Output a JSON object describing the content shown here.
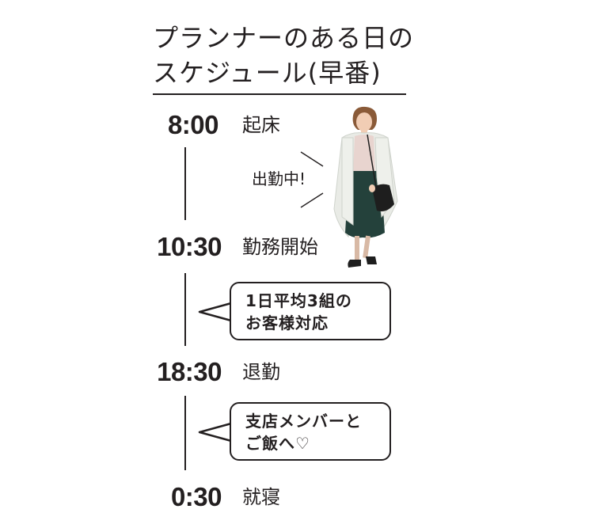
{
  "title": {
    "line1": "プランナーのある日の",
    "line2": "スケジュール(早番)"
  },
  "schedule": [
    {
      "time": "8:00",
      "event": "起床"
    },
    {
      "time": "10:30",
      "event": "勤務開始"
    },
    {
      "time": "18:30",
      "event": "退勤"
    },
    {
      "time": "0:30",
      "event": "就寝"
    }
  ],
  "shout": "出勤中!",
  "bubbles": [
    {
      "line1": "1日平均3組の",
      "line2": "お客様対応"
    },
    {
      "line1": "支店メンバーと",
      "line2": "ご飯へ♡"
    }
  ],
  "colors": {
    "ink": "#231f20",
    "coat": "#e9ebe6",
    "skirt": "#24413b",
    "blouse": "#e8d4cf",
    "bag": "#1e1e1e",
    "hair": "#8a5a38",
    "skin": "#f1cdb4"
  }
}
